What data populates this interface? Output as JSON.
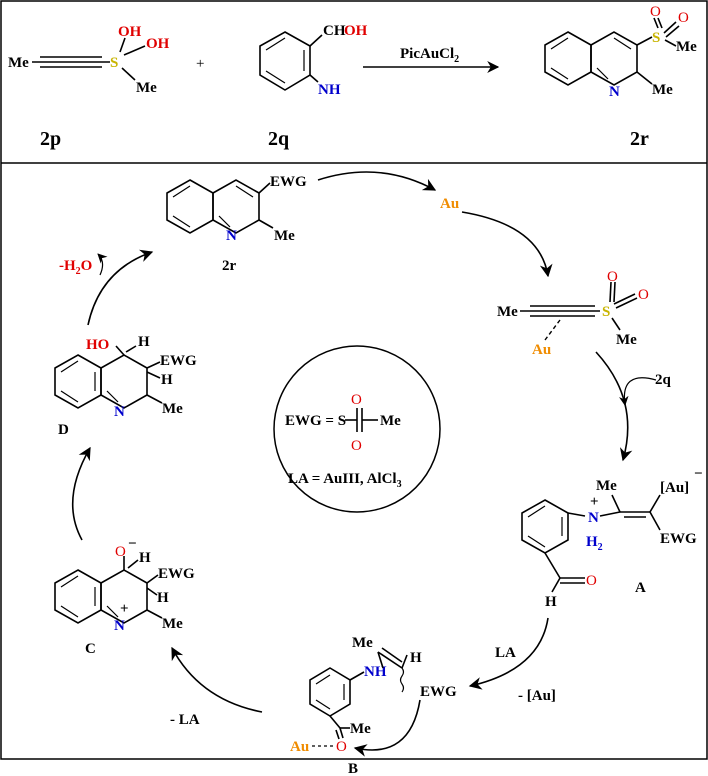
{
  "top_reaction": {
    "reactant1": {
      "me": "Me",
      "s": "S",
      "oh1": "OH",
      "oh2": "OH",
      "me2": "Me",
      "id": "2p"
    },
    "plus": "+",
    "reactant2": {
      "cho": "CH",
      "oh": "OH",
      "nh": "NH",
      "id": "2q"
    },
    "reagent": "PicAuCl",
    "reagent_sub": "2",
    "product": {
      "s": "S",
      "o1": "O",
      "o2": "O",
      "me": "Me",
      "n": "N",
      "me2": "Me",
      "id": "2r"
    }
  },
  "cycle": {
    "product_2r": {
      "ewg": "EWG",
      "n": "N",
      "me": "Me",
      "id": "2r"
    },
    "au_top": "Au",
    "alkyne_complex": {
      "me": "Me",
      "s": "S",
      "o1": "O",
      "o2": "O",
      "me2": "Me",
      "au": "Au"
    },
    "step_2q": "2q",
    "intermediate_A": {
      "me": "Me",
      "au": "[Au]",
      "minus": "−",
      "plus": "+",
      "n": "N",
      "h2": "H",
      "h2_sub": "2",
      "ewg": "EWG",
      "o": "O",
      "h": "H",
      "id": "A"
    },
    "step_LA": "LA",
    "step_minus_au": "- [Au]",
    "intermediate_B": {
      "h": "H",
      "nh": "NH",
      "ewg": "EWG",
      "me": "Me",
      "o": "O",
      "au": "Au",
      "id": "B"
    },
    "step_minus_LA": "- LA",
    "intermediate_C": {
      "o": "O",
      "minus": "−",
      "h1": "H",
      "ewg": "EWG",
      "h2": "H",
      "plus": "+",
      "n": "N",
      "me": "Me",
      "id": "C"
    },
    "intermediate_D": {
      "ho": "HO",
      "h1": "H",
      "ewg": "EWG",
      "h2": "H",
      "n": "N",
      "me": "Me",
      "id": "D"
    },
    "step_water": "-H",
    "step_water_sub": "2",
    "step_water_o": "O",
    "legend": {
      "ewg": "EWG = S",
      "o1": "O",
      "o2": "O",
      "me": "Me",
      "la": "LA = AuIII, AlCl",
      "la_sub": "3"
    }
  }
}
